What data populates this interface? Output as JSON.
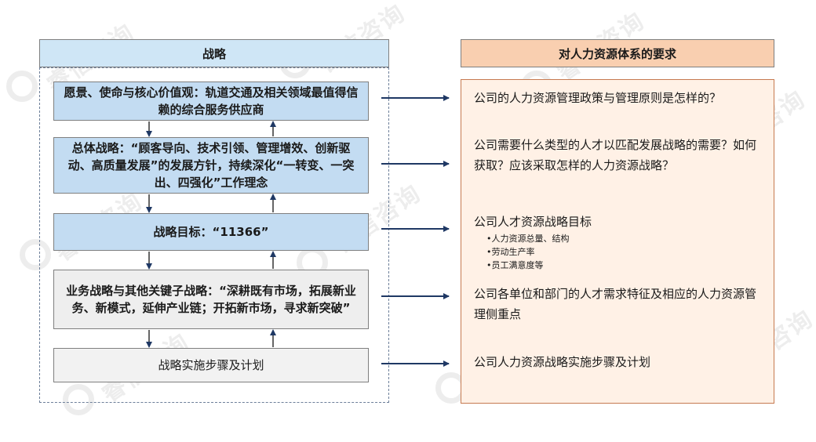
{
  "watermark": {
    "text": "睿信咨询"
  },
  "strategy": {
    "header": "战略",
    "boxes": [
      {
        "text": "愿景、使命与核心价值观：轨道交通及相关领域最值得信赖的综合服务供应商"
      },
      {
        "text": "总体战略：“顾客导向、技术引领、管理增效、创新驱动、高质量发展”的发展方针，持续深化“一转变、一突出、四强化”工作理念"
      },
      {
        "text": "战略目标：“11366”"
      },
      {
        "text": "业务战略与其他关键子战略：“深耕既有市场，拓展新业务、新模式，延伸产业链；开拓新市场，寻求新突破”"
      },
      {
        "text": "战略实施步骤及计划"
      }
    ]
  },
  "requirements": {
    "header": "对人力资源体系的要求",
    "items": [
      {
        "text": "公司的人力资源管理政策与管理原则是怎样的？"
      },
      {
        "text": "公司需要什么类型的人才以匹配发展战略的需要？如何获取？应该采取怎样的人力资源战略？"
      },
      {
        "text": "公司人才资源战略目标",
        "subs": [
          "•人力资源总量、结构",
          "•劳动生产率",
          "•员工满意度等"
        ]
      },
      {
        "text": "公司各单位和部门的人才需求特征及相应的人力资源管理侧重点"
      },
      {
        "text": "公司人力资源战略实施步骤及计划"
      }
    ]
  },
  "colors": {
    "left_header": "#cfe6f6",
    "right_header": "#f9cfb0",
    "blue_box": "#c3dcf2",
    "gray_box": "#eeeeee",
    "right_panel": "#fff1e6",
    "arrow": "#1f3864"
  }
}
